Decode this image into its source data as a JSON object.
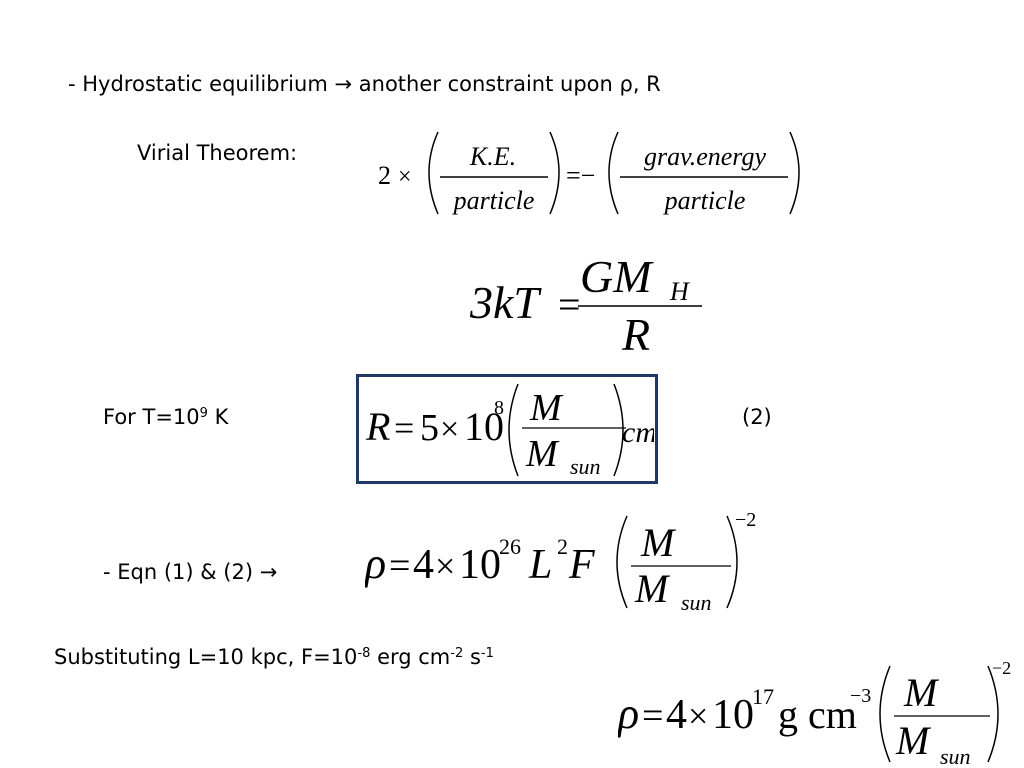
{
  "line1": {
    "prefix": "- Hydrostatic equilibrium",
    "arrow": "→",
    "suffix": "another constraint upon ρ, R"
  },
  "virial": {
    "label": "Virial Theorem:",
    "coef": "2",
    "times": "×",
    "left_num": "K.E.",
    "left_den": "particle",
    "equals_minus": "=−",
    "right_num": "grav.energy",
    "right_den": "particle"
  },
  "eq_kt": {
    "lhs": "3kT",
    "equals": "=",
    "num": "GM",
    "num_sub": "H",
    "den": "R"
  },
  "for_t": {
    "text": "For T=10",
    "exp": "9",
    "unit": "K"
  },
  "eq_r": {
    "lhs": "R",
    "equals": "=",
    "coef": "5",
    "times": "×",
    "base": "10",
    "exp": "8",
    "num": "M",
    "den": "M",
    "den_sub": "sun",
    "unit": "cm"
  },
  "eq_number": "(2)",
  "eqn_line": {
    "text": "- Eqn (1) & (2)",
    "arrow": "→"
  },
  "eq_rho1": {
    "lhs": "ρ",
    "equals": "=",
    "coef": "4",
    "times": "×",
    "base": "10",
    "exp": "26",
    "mid": "L",
    "mid_exp": "2",
    "mid2": "F",
    "num": "M",
    "den": "M",
    "den_sub": "sun",
    "outer_exp": "−2"
  },
  "substituting": {
    "text": "Substituting L=10 kpc, F=10",
    "exp1": "-8",
    "mid": "erg cm",
    "exp2": "-2",
    "tail": "s",
    "exp3": "-1"
  },
  "eq_rho2": {
    "lhs": "ρ",
    "equals": "=",
    "coef": "4",
    "times": "×",
    "base": "10",
    "exp": "17",
    "unit": "g cm",
    "unit_exp": "−3",
    "num": "M",
    "den": "M",
    "den_sub": "sun",
    "outer_exp": "−2"
  }
}
